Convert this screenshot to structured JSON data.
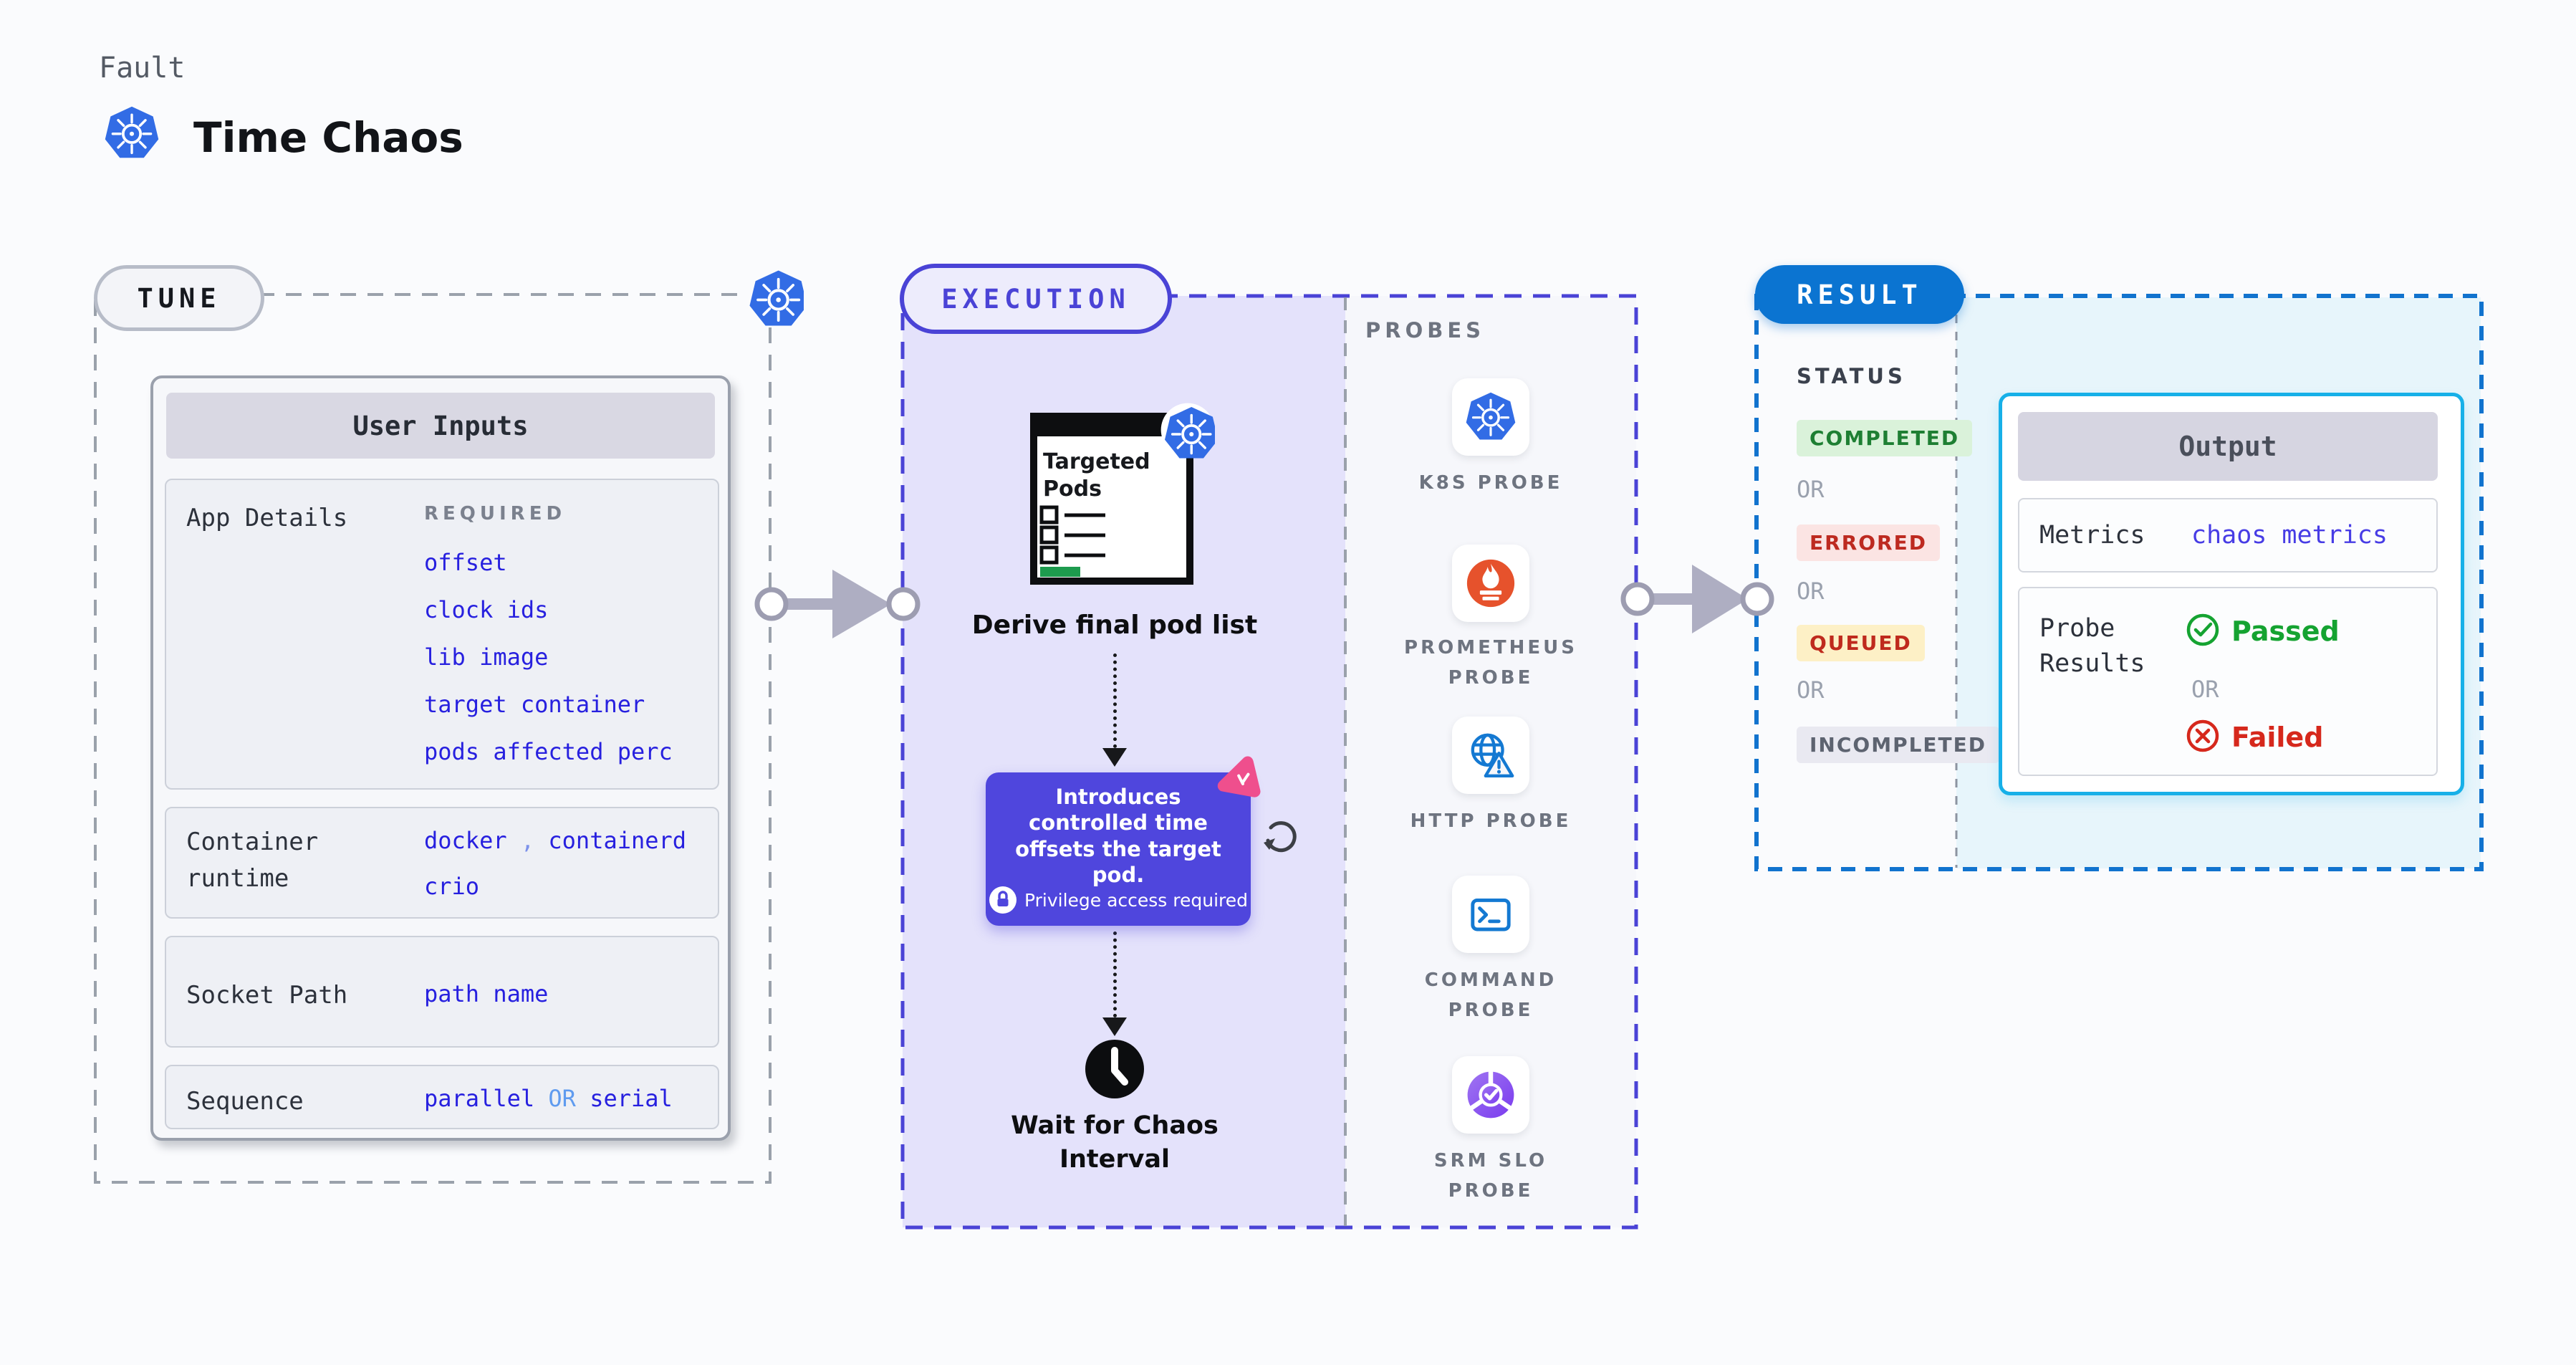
{
  "header": {
    "kicker": "Fault",
    "title": "Time Chaos",
    "icon": "kubernetes-logo"
  },
  "tune": {
    "badge": "TUNE",
    "user_inputs": {
      "title": "User Inputs",
      "app_details": {
        "label": "App Details",
        "required": "REQUIRED",
        "links": [
          "offset",
          "clock ids",
          "lib image",
          "target container",
          "pods affected perc"
        ]
      },
      "container_runtime": {
        "label": "Container runtime",
        "value1": "docker",
        "separator": ",",
        "value2": "containerd",
        "value3": "crio"
      },
      "socket_path": {
        "label": "Socket Path",
        "value": "path name"
      },
      "sequence": {
        "label": "Sequence",
        "value1": "parallel",
        "or": "OR",
        "value2": "serial"
      }
    }
  },
  "execution": {
    "badge": "EXECUTION",
    "targeted_pods": {
      "line1": "Targeted",
      "line2": "Pods"
    },
    "derive_label": "Derive final pod list",
    "tooltip": {
      "text": "Introduces controlled time offsets the target pod.",
      "note": "Privilege access required"
    },
    "wait_label": "Wait for Chaos Interval",
    "probes": {
      "label": "PROBES",
      "items": [
        {
          "name": "K8S PROBE",
          "icon": "kubernetes-logo"
        },
        {
          "name": "PROMETHEUS PROBE",
          "icon": "prometheus-flame-icon"
        },
        {
          "name": "HTTP PROBE",
          "icon": "globe-warning-icon"
        },
        {
          "name": "COMMAND PROBE",
          "icon": "terminal-icon"
        },
        {
          "name": "SRM SLO PROBE",
          "icon": "slo-pie-check-icon"
        }
      ]
    }
  },
  "result": {
    "badge": "RESULT",
    "status": {
      "label": "STATUS",
      "or": "OR",
      "badges": [
        {
          "label": "COMPLETED",
          "bg": "#daf2da",
          "color": "#1e7f33"
        },
        {
          "label": "ERRORED",
          "bg": "#fbe4e3",
          "color": "#bd2a20"
        },
        {
          "label": "QUEUED",
          "bg": "#fdf0c6",
          "color": "#bf2a1d"
        },
        {
          "label": "INCOMPLETED",
          "bg": "#e9e9f1",
          "color": "#5d6370"
        }
      ]
    },
    "output": {
      "title": "Output",
      "metrics": {
        "label": "Metrics",
        "value": "chaos metrics"
      },
      "probe_results": {
        "label": "Probe Results",
        "passed": "Passed",
        "or": "OR",
        "failed": "Failed"
      }
    }
  },
  "colors": {
    "page_bg": "#fafbfd",
    "kubernetes_blue": "#326ce5",
    "tune_dash": "#9aa1ab",
    "execution_accent": "#4a43d6",
    "execution_bg": "#e4e2fb",
    "result_dash": "#1173ce",
    "result_bg": "#e7f5fb",
    "output_border": "#17b0e8",
    "tooltip_bg": "#4f46dd",
    "chaos_pink": "#ef4f8d",
    "link_blue": "#2720df",
    "passed_green": "#15a331",
    "failed_red": "#d6281c",
    "prometheus_orange": "#e6522c",
    "doc_green": "#1d9b4e",
    "arrow_gray": "#aeaec2"
  }
}
